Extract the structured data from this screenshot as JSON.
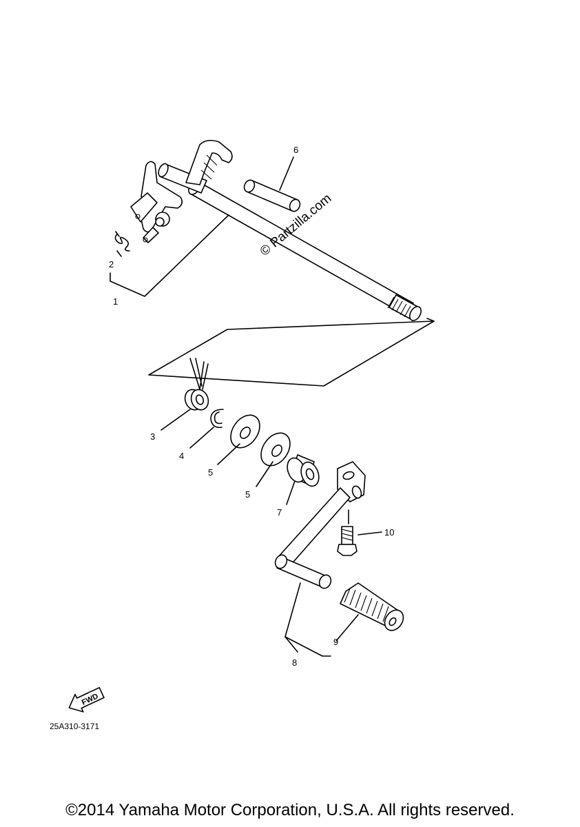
{
  "watermark": "© Partzilla.com",
  "diagram_code": "25A310-3171",
  "fwd_label": "FWD",
  "copyright": "©2014 Yamaha Motor Corporation, U.S.A. All rights reserved.",
  "callouts": [
    {
      "id": "callout-1",
      "label": "1"
    },
    {
      "id": "callout-2",
      "label": "2"
    },
    {
      "id": "callout-3",
      "label": "3"
    },
    {
      "id": "callout-4",
      "label": "4"
    },
    {
      "id": "callout-5a",
      "label": "5"
    },
    {
      "id": "callout-5b",
      "label": "5"
    },
    {
      "id": "callout-6",
      "label": "6"
    },
    {
      "id": "callout-7",
      "label": "7"
    },
    {
      "id": "callout-8",
      "label": "8"
    },
    {
      "id": "callout-9",
      "label": "9"
    },
    {
      "id": "callout-10",
      "label": "10"
    }
  ]
}
